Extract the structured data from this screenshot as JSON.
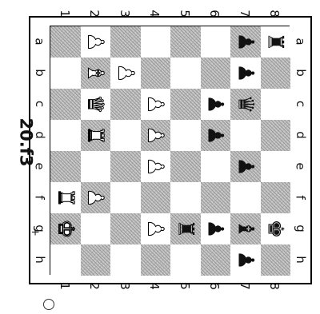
{
  "diagram": {
    "number": "20.f3",
    "move_mark": "+",
    "files": [
      "a",
      "b",
      "c",
      "d",
      "e",
      "f",
      "g",
      "h"
    ],
    "ranks": [
      "1",
      "2",
      "3",
      "4",
      "5",
      "6",
      "7",
      "8"
    ],
    "colors": {
      "dark_square": "#c9c9c9",
      "light_square": "#ffffff",
      "white_piece": "#ffffff",
      "black_piece": "#111111"
    },
    "pieces": [
      {
        "square": "a2",
        "color": "white",
        "type": "pawn",
        "glyph": "♟"
      },
      {
        "square": "b2",
        "color": "white",
        "type": "bishop",
        "glyph": "♝"
      },
      {
        "square": "b3",
        "color": "white",
        "type": "pawn",
        "glyph": "♟"
      },
      {
        "square": "c2",
        "color": "white",
        "type": "queen",
        "glyph": "♛"
      },
      {
        "square": "c4",
        "color": "white",
        "type": "pawn",
        "glyph": "♟"
      },
      {
        "square": "d2",
        "color": "white",
        "type": "rook",
        "glyph": "♜"
      },
      {
        "square": "d4",
        "color": "white",
        "type": "pawn",
        "glyph": "♟"
      },
      {
        "square": "e4",
        "color": "white",
        "type": "pawn",
        "glyph": "♟"
      },
      {
        "square": "f1",
        "color": "white",
        "type": "rook",
        "glyph": "♜"
      },
      {
        "square": "f2",
        "color": "white",
        "type": "pawn",
        "glyph": "♟"
      },
      {
        "square": "g1",
        "color": "white",
        "type": "king",
        "glyph": "♚"
      },
      {
        "square": "g4",
        "color": "white",
        "type": "pawn",
        "glyph": "♟"
      },
      {
        "square": "a7",
        "color": "black",
        "type": "pawn",
        "glyph": "♟"
      },
      {
        "square": "a8",
        "color": "black",
        "type": "rook",
        "glyph": "♜"
      },
      {
        "square": "b7",
        "color": "black",
        "type": "pawn",
        "glyph": "♟"
      },
      {
        "square": "c6",
        "color": "black",
        "type": "pawn",
        "glyph": "♟"
      },
      {
        "square": "c7",
        "color": "black",
        "type": "queen",
        "glyph": "♛"
      },
      {
        "square": "d6",
        "color": "black",
        "type": "pawn",
        "glyph": "♟"
      },
      {
        "square": "e7",
        "color": "black",
        "type": "pawn",
        "glyph": "♟"
      },
      {
        "square": "g5",
        "color": "black",
        "type": "rook",
        "glyph": "♜"
      },
      {
        "square": "g6",
        "color": "black",
        "type": "pawn",
        "glyph": "♟"
      },
      {
        "square": "g7",
        "color": "black",
        "type": "bishop",
        "glyph": "♝"
      },
      {
        "square": "g8",
        "color": "black",
        "type": "king",
        "glyph": "♚"
      },
      {
        "square": "h7",
        "color": "black",
        "type": "pawn",
        "glyph": "♟"
      }
    ]
  }
}
